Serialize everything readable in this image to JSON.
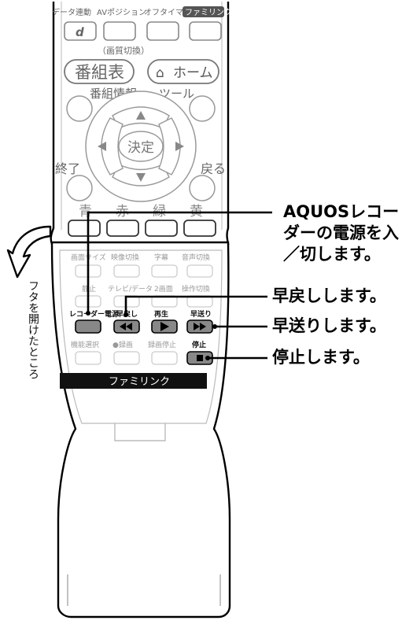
{
  "remote": {
    "top_labels": [
      "データ連動",
      "AVポジション",
      "オフタイマー",
      "ファミリンク"
    ],
    "d_button_glyph": "d",
    "picture_switch_caption": "（画質切換）",
    "guide_label": "番組表",
    "home_label": "ホーム",
    "program_info_label": "番組情報",
    "tool_label": "ツール",
    "enter_label": "決定",
    "exit_label": "終了",
    "back_label": "戻る",
    "color_labels": [
      "青",
      "赤",
      "緑",
      "黄"
    ],
    "panel_row1_labels": [
      "画面サイズ",
      "映像切換",
      "字幕",
      "音声切換"
    ],
    "panel_row2_labels": [
      "静止",
      "テレビ/データ",
      "2画面",
      "操作切換"
    ],
    "family_row1_labels": [
      "レコーダー電源",
      "早戻し",
      "再生",
      "早送り"
    ],
    "family_row2_labels": [
      "機能選択",
      "●録画",
      "録画停止",
      "停止"
    ],
    "family_bar_label": "ファミリンク",
    "cover_open_caption": "フタを開けたところ"
  },
  "callouts": {
    "power": "AQUOSレコーダーの電源を入／切します。",
    "rewind": "早戻しします。",
    "forward": "早送りします。",
    "stop": "停止します。"
  },
  "colors": {
    "line": "#000000",
    "cover_fill": "#ffffff",
    "family_bar": "#111111"
  }
}
